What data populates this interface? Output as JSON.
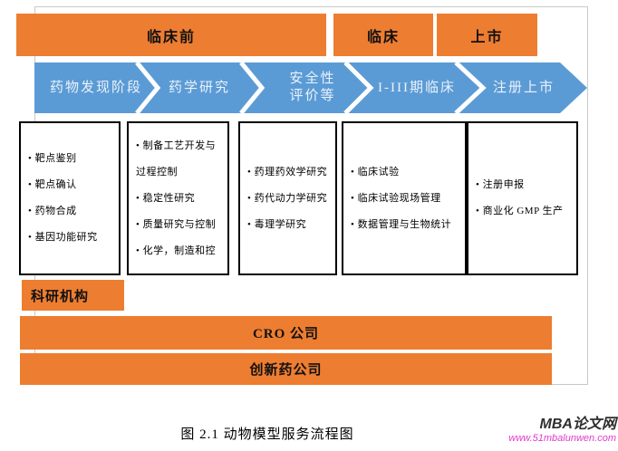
{
  "caption": "图 2.1 动物模型服务流程图",
  "phase_bars": [
    {
      "label": "临床前"
    },
    {
      "label": "临床"
    },
    {
      "label": "上市"
    }
  ],
  "process_arrow": {
    "stages": [
      {
        "lines": [
          "药物发现阶段"
        ]
      },
      {
        "lines": [
          "药学研究"
        ]
      },
      {
        "lines": [
          "安全性",
          "评价等"
        ]
      },
      {
        "lines": [
          "I-III期临床"
        ]
      },
      {
        "lines": [
          "注册上市"
        ]
      }
    ]
  },
  "detail_boxes": [
    {
      "items": [
        "靶点鉴别",
        "靶点确认",
        "药物合成",
        "基因功能研究"
      ]
    },
    {
      "items": [
        "制备工艺开发与\n过程控制",
        "稳定性研究",
        "质量研究与控制",
        "化学，制造和控"
      ]
    },
    {
      "items": [
        "药理药效学研究",
        "药代动力学研究",
        "毒理学研究"
      ]
    },
    {
      "items": [
        "临床试验",
        "临床试验现场管理",
        "数据管理与生物统计"
      ]
    },
    {
      "items": [
        "注册申报",
        "商业化 GMP 生产"
      ]
    }
  ],
  "org_bars": [
    {
      "label": "科研机构"
    },
    {
      "label": "CRO 公司"
    },
    {
      "label": "创新药公司"
    }
  ],
  "watermark": {
    "site_name": "MBA论文网",
    "site_url": "www.51mbalunwen.com"
  },
  "colors": {
    "orange": "#ED7D31",
    "blue": "#5B9BD5",
    "watermark_pink": "#E23BC9"
  }
}
